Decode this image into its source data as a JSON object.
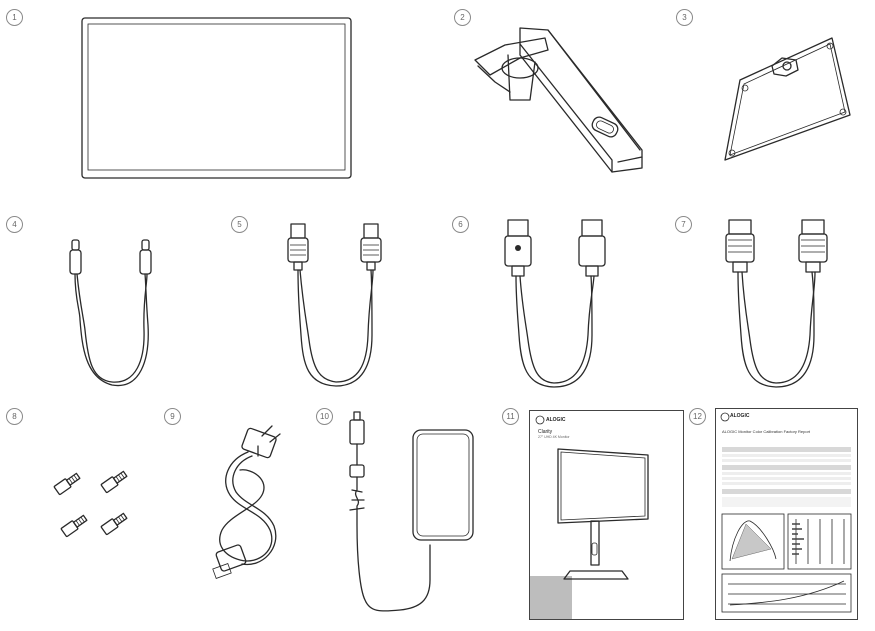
{
  "items": [
    {
      "number": "1",
      "part": "monitor-panel-icon"
    },
    {
      "number": "2",
      "part": "stand-arm-icon"
    },
    {
      "number": "3",
      "part": "stand-base-icon"
    },
    {
      "number": "4",
      "part": "usb-c-cable-icon"
    },
    {
      "number": "5",
      "part": "usb-a-to-b-cable-icon"
    },
    {
      "number": "6",
      "part": "displayport-cable-icon"
    },
    {
      "number": "7",
      "part": "hdmi-cable-icon"
    },
    {
      "number": "8",
      "part": "screws-icon"
    },
    {
      "number": "9",
      "part": "power-cord-icon"
    },
    {
      "number": "10",
      "part": "power-adapter-icon"
    },
    {
      "number": "11",
      "part": "quick-start-guide-icon"
    },
    {
      "number": "12",
      "part": "calibration-report-icon"
    }
  ],
  "guide": {
    "brand": "ALOGIC",
    "title": "Clarity",
    "subtitle": "27\" UHD 4K Monitor"
  },
  "report": {
    "brand": "ALOGIC",
    "title": "ALOGIC Monitor Color Calibration Factory Report"
  },
  "colors": {
    "line": "#2a2a2a",
    "circle": "#8a8a8a"
  }
}
